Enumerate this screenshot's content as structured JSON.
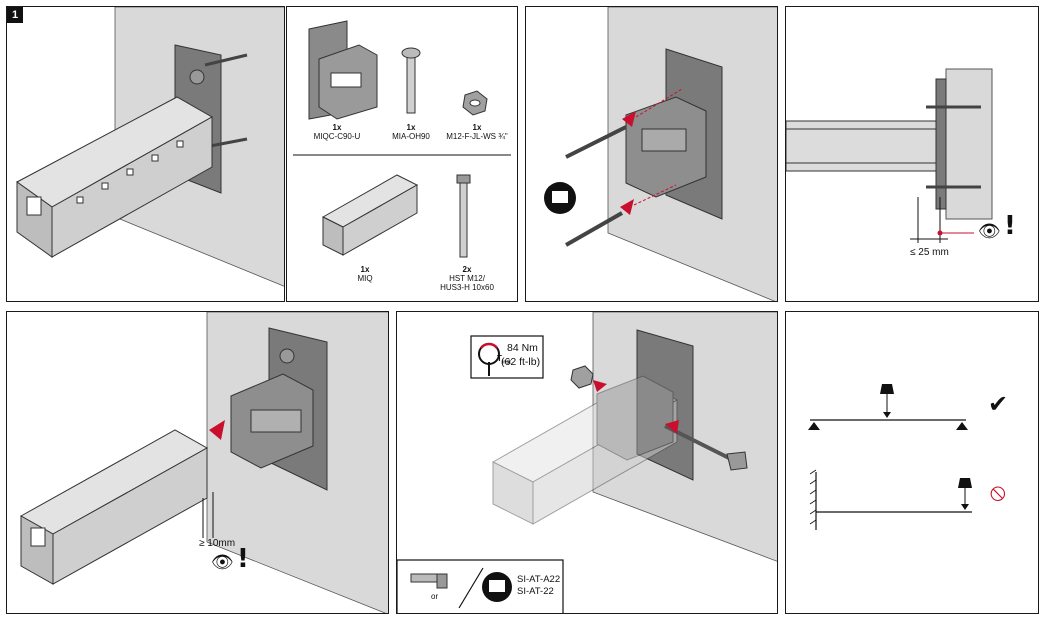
{
  "step_number": "1",
  "parts": {
    "bracket": {
      "qty": "1x",
      "name": "MIQC-C90-U"
    },
    "bolt": {
      "qty": "1x",
      "name": "MIA-OH90"
    },
    "nut": {
      "qty": "1x",
      "name": "M12-F-JL-WS ¾\""
    },
    "channel": {
      "qty": "1x",
      "name": "MIQ"
    },
    "anchor": {
      "qty": "2x",
      "name_line1": "HST M12/",
      "name_line2": "HUS3-H 10x60"
    }
  },
  "measurements": {
    "max_offset": "≤ 25 mm",
    "min_gap": "≥ 10mm"
  },
  "torque": {
    "value": "84 Nm",
    "imperial": "(62 ft-lb)",
    "symbol": "T",
    "symbol_sub": "inst"
  },
  "tools": {
    "or_label": "or",
    "ref_line1": "SI-AT-A22",
    "ref_line2": "SI-AT-22"
  },
  "symbols": {
    "check": "✔",
    "prohibited": "⦸",
    "warning": "!"
  },
  "colors": {
    "accent_red": "#c8102e",
    "wall_gray": "#d9d9d9",
    "plate_gray": "#7a7a7a",
    "metal_light": "#cfcfcf"
  }
}
